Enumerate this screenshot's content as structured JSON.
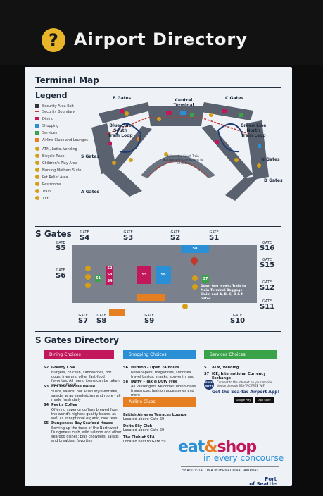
{
  "header": {
    "help_glyph": "?",
    "title": "Airport Directory",
    "help_color": "#e8b52a"
  },
  "map": {
    "title": "Terminal Map",
    "legend_title": "Legend",
    "legend": [
      {
        "label": "Security Area Exit",
        "color": "#333333"
      },
      {
        "label": "Security Boundary",
        "color": "#c0392b"
      },
      {
        "label": "Dining",
        "color": "#c2185b"
      },
      {
        "label": "Shopping",
        "color": "#2b8fd6"
      },
      {
        "label": "Services",
        "color": "#3aa34a"
      },
      {
        "label": "Airline Clubs and Lounges",
        "color": "#e67e22"
      },
      {
        "label": "ATM, Lotto, Vending",
        "color": "#d4a017"
      },
      {
        "label": "Bicycle Rack",
        "color": "#d4a017"
      },
      {
        "label": "Children's Play Area",
        "color": "#d4a017"
      },
      {
        "label": "Nursing Mothers Suite",
        "color": "#d4a017"
      },
      {
        "label": "Pet Relief Area",
        "color": "#d4a017"
      },
      {
        "label": "Restrooms",
        "color": "#d4a017"
      },
      {
        "label": "Train",
        "color": "#d4a017"
      },
      {
        "label": "TTY",
        "color": "#d4a017"
      }
    ],
    "labels": {
      "b_gates": "B Gates",
      "c_gates": "C Gates",
      "central": "Central Terminal",
      "blue_line": "Blue Line South Train Loop",
      "green_line": "Green Line North Train Loop",
      "s_gates": "S Gates",
      "n_gates": "N Gates",
      "a_gates": "A Gates",
      "d_gates": "D Gates",
      "yellow_line": "Yellow Line South Train Stations with connections to all Gates"
    }
  },
  "sgates": {
    "title": "S Gates",
    "gate_word": "GATE",
    "top_gates": [
      "S4",
      "S3",
      "S2",
      "S1"
    ],
    "left_gates": [
      "S5",
      "S6"
    ],
    "right_gates": [
      "S16",
      "S15",
      "S12",
      "S11"
    ],
    "bottom_gates": [
      "S7",
      "S8",
      "S9",
      "S10"
    ],
    "badges": [
      "S8",
      "S2",
      "S3",
      "S4",
      "S5",
      "S6",
      "S1",
      "S7"
    ],
    "note": "Down two levels: Train to Main Terminal Baggage Claim and A, B, C, D & N Gates"
  },
  "directory": {
    "title": "S Gates Directory",
    "dining_head": "Dining Choices",
    "shopping_head": "Shopping Choices",
    "services_head": "Services Choices",
    "clubs_head": "Airline Clubs",
    "dining": [
      {
        "num": "S2",
        "name": "Greedy Cow",
        "desc": "Burgers, chicken, sandwiches, hot dogs, fries and other fast-food favorites. All menu items can be taken on your flight!"
      },
      {
        "num": "S3",
        "name": "6th Ave Noodle House",
        "desc": "Sushi, salads, hot Asian style entrées, salads, wrap sandwiches and more - all made fresh daily"
      },
      {
        "num": "S4",
        "name": "Peet's Coffee",
        "desc": "Offering superior coffees brewed from the world's highest quality beans, as well as exceptional organic, rare teas"
      },
      {
        "num": "S5",
        "name": "Dungeness Bay Seafood House",
        "desc": "Serving up the taste of the Northwest—Dungeness crab, wild salmon and other seafood dishes; plus chowders, salads and breakfast favorites"
      }
    ],
    "shopping": [
      {
        "num": "S6",
        "name": "Hudson – Open 24 hours",
        "desc": "Newspapers, magazines, sundries, travel basics, snacks, souvenirs and more"
      },
      {
        "num": "S8",
        "name": "Dufry – Tax & Duty Free",
        "desc": "All Passengers welcome! World-class fragrances, fashion accessories and more"
      }
    ],
    "services": [
      {
        "num": "S1",
        "name": "ATM, Vending"
      },
      {
        "num": "S7",
        "name": "ICE, International Currency Exchange"
      }
    ],
    "wifi_badge": "FREE Wi-Fi",
    "wifi_text": "Connect to the internet on your mobile device through SEA-TAC FREE WIFI",
    "app_text": "Get the Sea-Tac Airport App!",
    "store_badges": [
      "Google Play",
      "App Store"
    ],
    "clubs": [
      {
        "name": "British Airways Terraces Lounge",
        "desc": "Located above Gate S9"
      },
      {
        "name": "Delta Sky Club",
        "desc": "Located above Gate S9"
      },
      {
        "name": "The Club at SEA",
        "desc": "Located next to Gate S9"
      }
    ]
  },
  "branding": {
    "eat": "eat",
    "amp": "&",
    "shop": "shop",
    "tagline": "in every concourse",
    "airport": "SEATTLE-TACOMA INTERNATIONAL AIRPORT",
    "port_line1": "Port",
    "port_line2": "of Seattle"
  }
}
